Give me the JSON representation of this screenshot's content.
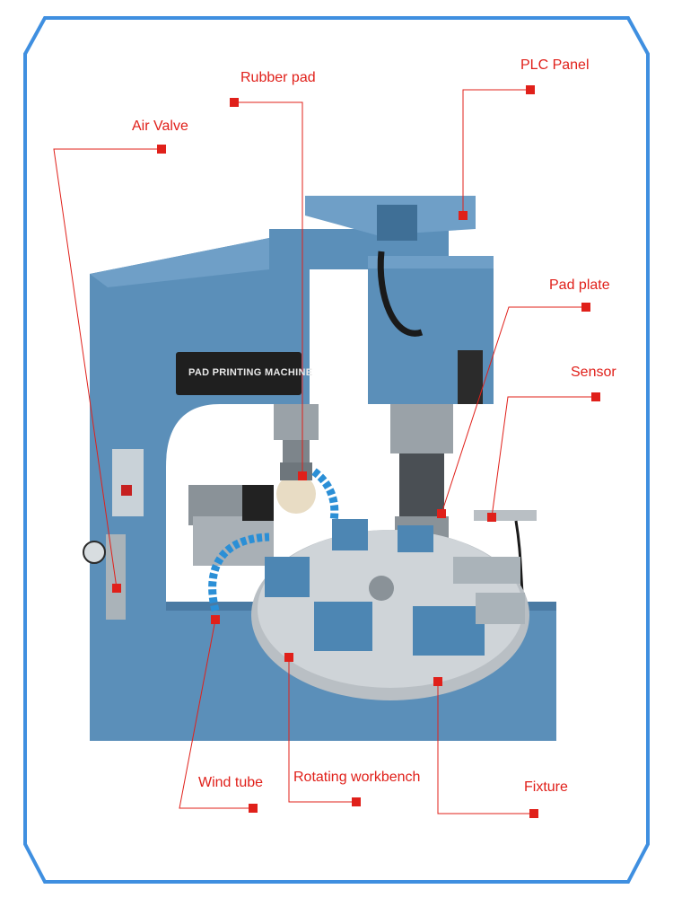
{
  "colors": {
    "frame": "#3f8fe0",
    "callout": "#e0201a",
    "machine_blue": "#5b8fb9",
    "machine_dark": "#3f6f96",
    "metal": "#b9bfc4",
    "fixture_blue": "#4d86b3"
  },
  "machine_label": "PAD PRINTING MACHINE",
  "labels": {
    "rubber_pad": "Rubber pad",
    "plc_panel": "PLC Panel",
    "air_valve": "Air Valve",
    "pad_plate": "Pad plate",
    "sensor": "Sensor",
    "wind_tube": "Wind tube",
    "rotating_workbench": "Rotating workbench",
    "fixture": "Fixture"
  }
}
